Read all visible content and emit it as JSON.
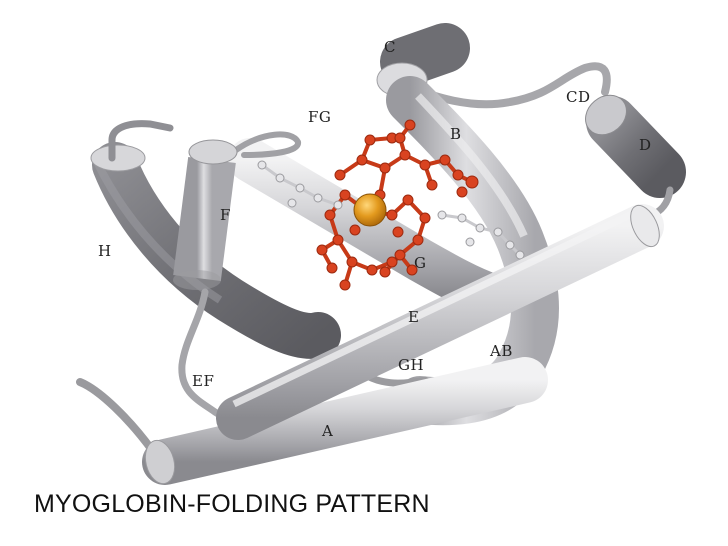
{
  "caption": "MYOGLOBIN-FOLDING PATTERN",
  "helix_labels": {
    "A": "A",
    "B": "B",
    "C": "C",
    "D": "D",
    "E": "E",
    "F": "F",
    "G": "G",
    "H": "H",
    "AB": "AB",
    "CD": "CD",
    "EF": "EF",
    "FG": "FG",
    "GH": "GH"
  },
  "colors": {
    "helix_light": "#e2e2e4",
    "helix_mid": "#b9b9bd",
    "helix_dark": "#7c7c80",
    "heme": "#d2401c",
    "heme_dark": "#9c2a10",
    "iron": "#e29a1e",
    "histidine": "#d4d4d8"
  },
  "icons": {
    "heme": "heme-group-icon",
    "iron": "iron-atom-icon"
  }
}
